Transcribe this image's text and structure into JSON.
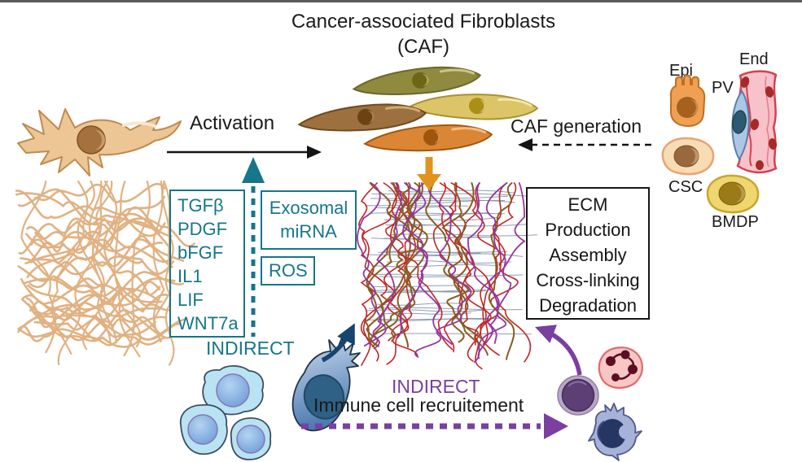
{
  "title": {
    "line1": "Cancer-associated Fibroblasts",
    "line2": "(CAF)"
  },
  "arrows": {
    "activation_label": "Activation",
    "caf_generation_label": "CAF generation"
  },
  "source_cells": {
    "epi": "Epi",
    "end": "End",
    "pv": "PV",
    "csc": "CSC",
    "bmdp": "BMDP"
  },
  "signals_box": {
    "items": [
      "TGFβ",
      "PDGF",
      "bFGF",
      "IL1",
      "LIF",
      "WNT7a"
    ]
  },
  "exosomal_box": {
    "line1": "Exosomal",
    "line2": "miRNA"
  },
  "ros_box": {
    "label": "ROS"
  },
  "ecm_box": {
    "items": [
      "ECM",
      "Production",
      "Assembly",
      "Cross-linking",
      "Degradation"
    ]
  },
  "indirect_activation_label": "INDIRECT",
  "immune": {
    "indirect_label": "INDIRECT",
    "recruitment_label": "Immune cell recruitement"
  },
  "colors": {
    "teal": "#16768a",
    "purple": "#7b3fa0",
    "orange": "#e0941f",
    "navy": "#16456e",
    "black": "#1a1a1a",
    "top_rule_gray": "#5a5a5a",
    "normal_ecm_fiber": "#e1b182",
    "caf_olive": "#8f8a3e",
    "caf_gold": "#dcc468",
    "caf_brown": "#9d7040",
    "caf_orange": "#db8634"
  }
}
